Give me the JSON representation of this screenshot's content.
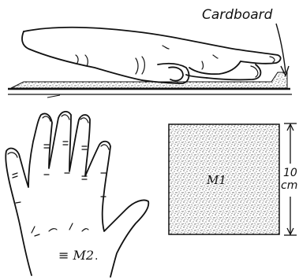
{
  "labels": {
    "cardboard": "Cardboard",
    "square_mass": "M1",
    "hand_mass": "≡ M2",
    "dimension_value": "10",
    "dimension_unit": "cm"
  }
}
